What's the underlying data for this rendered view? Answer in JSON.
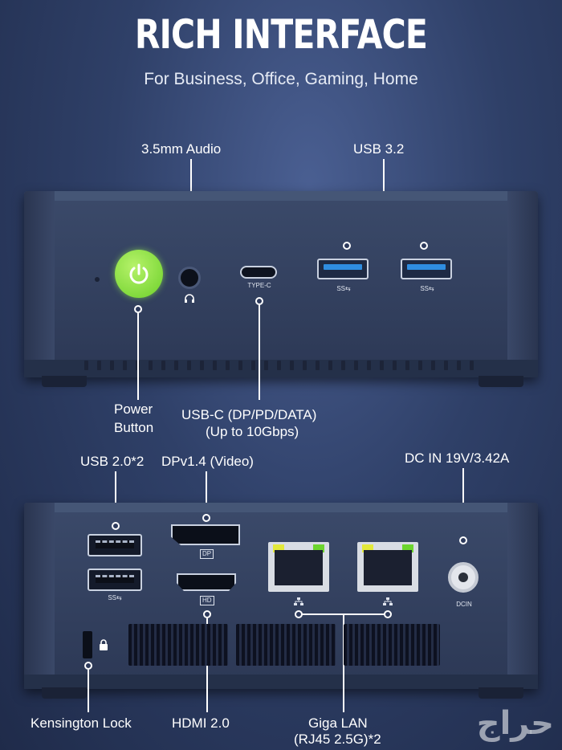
{
  "header": {
    "title": "Rich Interface",
    "subtitle": "For Business, Office, Gaming, Home"
  },
  "front": {
    "labels": {
      "audio": "3.5mm Audio",
      "usb32": "USB 3.2",
      "power_line1": "Power",
      "power_line2": "Button",
      "usbc_line1": "USB-C (DP/PD/DATA)",
      "usbc_line2": "(Up to 10Gbps)"
    },
    "port_tags": {
      "typec": "TYPE-C",
      "ss1": "SS⇆",
      "ss2": "SS⇆"
    }
  },
  "back": {
    "labels": {
      "usb20": "USB 2.0*2",
      "dp": "DPv1.4 (Video)",
      "dc": "DC IN 19V/3.42A",
      "kensington": "Kensington Lock",
      "hdmi": "HDMI 2.0",
      "lan_line1": "Giga LAN",
      "lan_line2": "(RJ45 2.5G)*2"
    },
    "port_tags": {
      "dp": "DP",
      "hd": "HD",
      "dcin": "DCIN",
      "ss": "SS⇆"
    }
  },
  "watermark": "حراج",
  "colors": {
    "power_button": "#7ad63a",
    "usb3_blue": "#2f8de0",
    "led_yellow": "#e3e93a",
    "led_green": "#6cd52e"
  },
  "icons": {
    "power": "power-icon",
    "headphone": "headphone-icon",
    "lock": "lock-icon",
    "network": "network-icon"
  }
}
